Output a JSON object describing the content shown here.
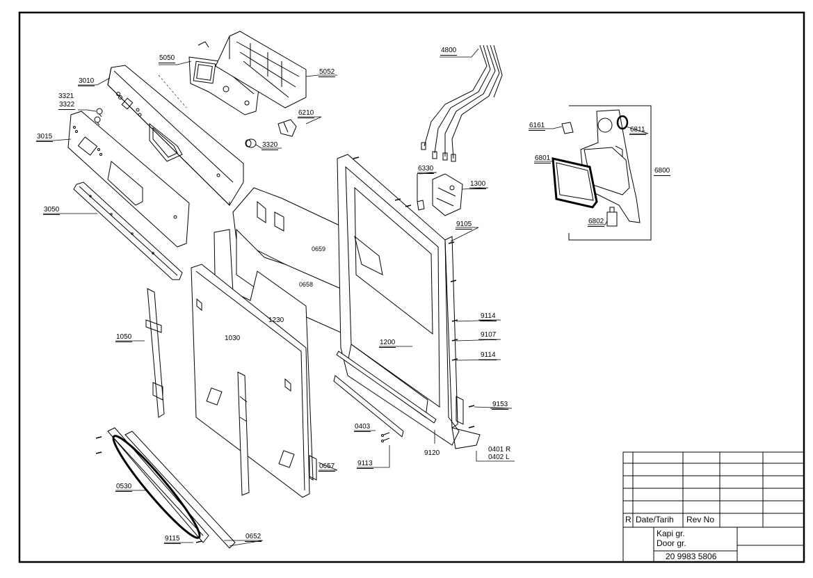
{
  "labels": {
    "p4800": "4800",
    "p5050": "5050",
    "p5052": "5052",
    "p3010": "3010",
    "p3321": "3321",
    "p3322": "3322",
    "p6210": "6210",
    "p3015": "3015",
    "p3320": "3320",
    "p6161": "6161",
    "p6811": "6811",
    "p6801": "6801",
    "p6800": "6800",
    "p6330": "6330",
    "p1300": "1300",
    "p3050": "3050",
    "p6802": "6802",
    "p9105": "9105",
    "p0659": "0659",
    "p0658": "0658",
    "p1230": "1230",
    "p1030": "1030",
    "p1050": "1050",
    "p1200": "1200",
    "p9114a": "9114",
    "p9107": "9107",
    "p9114b": "9114",
    "p9153": "9153",
    "p0403": "0403",
    "p9120": "9120",
    "p0401": "0401 R",
    "p0402": "0402 L",
    "p9113": "9113",
    "p0657": "0657",
    "p0530": "0530",
    "p9115": "9115",
    "p0652": "0652"
  },
  "title_block": {
    "r": "R",
    "date": "Date/Tarih",
    "rev": "Rev No",
    "name_tr": "Kapi gr.",
    "name_en": "Door gr.",
    "number": "20 9983 5806"
  }
}
